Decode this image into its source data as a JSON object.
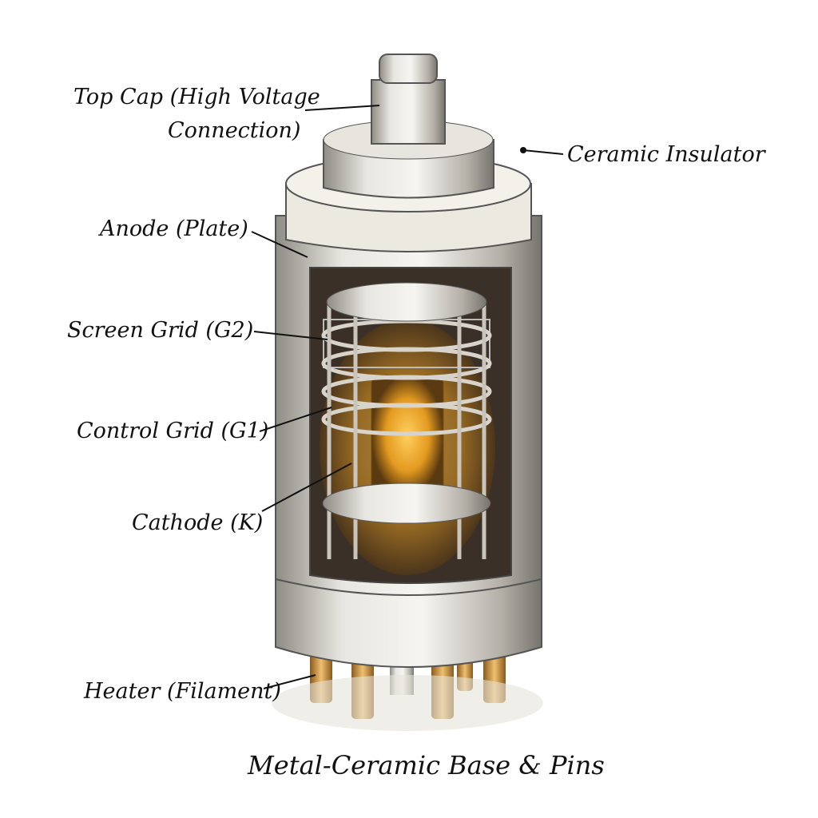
{
  "labels": {
    "top_cap_line1": "Top Cap (High Voltage",
    "top_cap_line2": "Connection)",
    "ceramic_insulator": "Ceramic Insulator",
    "anode": "Anode (Plate)",
    "screen_grid": "Screen Grid (G2)",
    "control_grid": "Control Grid (G1)",
    "cathode": "Cathode (K)",
    "heater": "Heater (Filament)"
  },
  "caption": "Metal-Ceramic Base & Pins",
  "colors": {
    "metal": "#d9d6cf",
    "shadow": "#8d8a82",
    "glow": "#f2a020",
    "copper": "#c98a3a",
    "ink": "#111111"
  }
}
